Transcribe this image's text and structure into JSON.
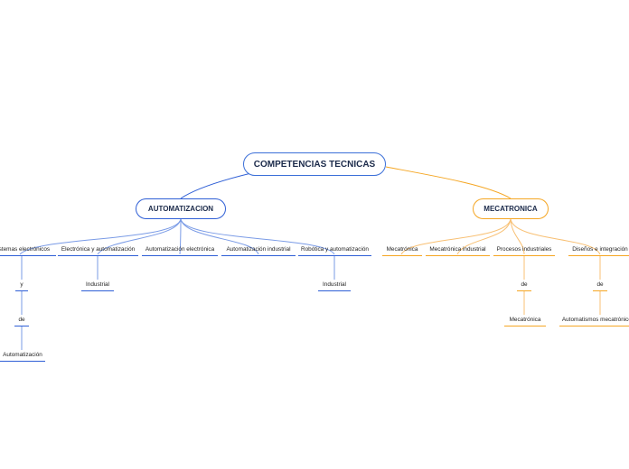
{
  "root": {
    "label": "COMPETENCIAS TECNICAS"
  },
  "automatizacion": {
    "label": "AUTOMATIZACION",
    "items": [
      "Sistemas electrónicos",
      "Electrónica y automatización",
      "Automatización electrónica",
      "Automatización industrial",
      "Robótica y automatización"
    ],
    "sub": {
      "y": "y",
      "de": "de",
      "automatizacion": "Automatización",
      "industrial_1": "Industrial",
      "industrial_2": "Industrial"
    }
  },
  "mecatronica": {
    "label": "MECATRONICA",
    "items": [
      "Mecatrónica",
      "Mecatrónica industrial",
      "Procesos industriales",
      "Diseños e integración"
    ],
    "sub": {
      "de_1": "de",
      "mecatronica": "Mecatrónica",
      "de_2": "de",
      "automatismos": "Automatismos mecatrónicos"
    }
  },
  "colors": {
    "blue": "#2f5fd6",
    "orange": "#f5a623"
  }
}
